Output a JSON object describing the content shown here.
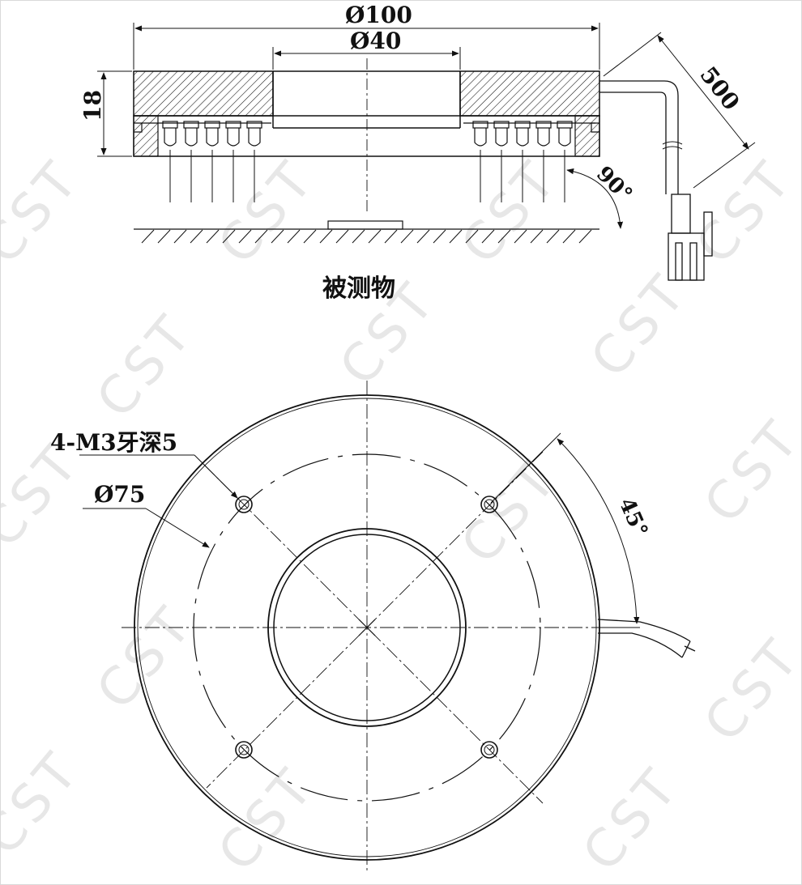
{
  "watermark": "CST",
  "side_view": {
    "dim_outer_diameter": "Ø100",
    "dim_inner_diameter": "Ø40",
    "dim_height": "18",
    "dim_cable_length": "500",
    "dim_angle": "90°",
    "object_label": "被测物"
  },
  "top_view": {
    "thread_label": "4-M3牙深5",
    "pcd_label": "Ø75",
    "angle_label": "45°"
  },
  "colors": {
    "line": "#111111",
    "watermark": "#e7e7e7",
    "background": "#ffffff"
  }
}
